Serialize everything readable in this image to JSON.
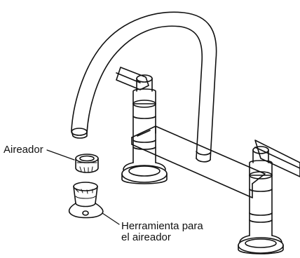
{
  "labels": {
    "aerator": "Aireador",
    "tool_line1": "Herramienta para",
    "tool_line2": "el aireador"
  },
  "colors": {
    "line": "#111111",
    "background": "#ffffff"
  }
}
